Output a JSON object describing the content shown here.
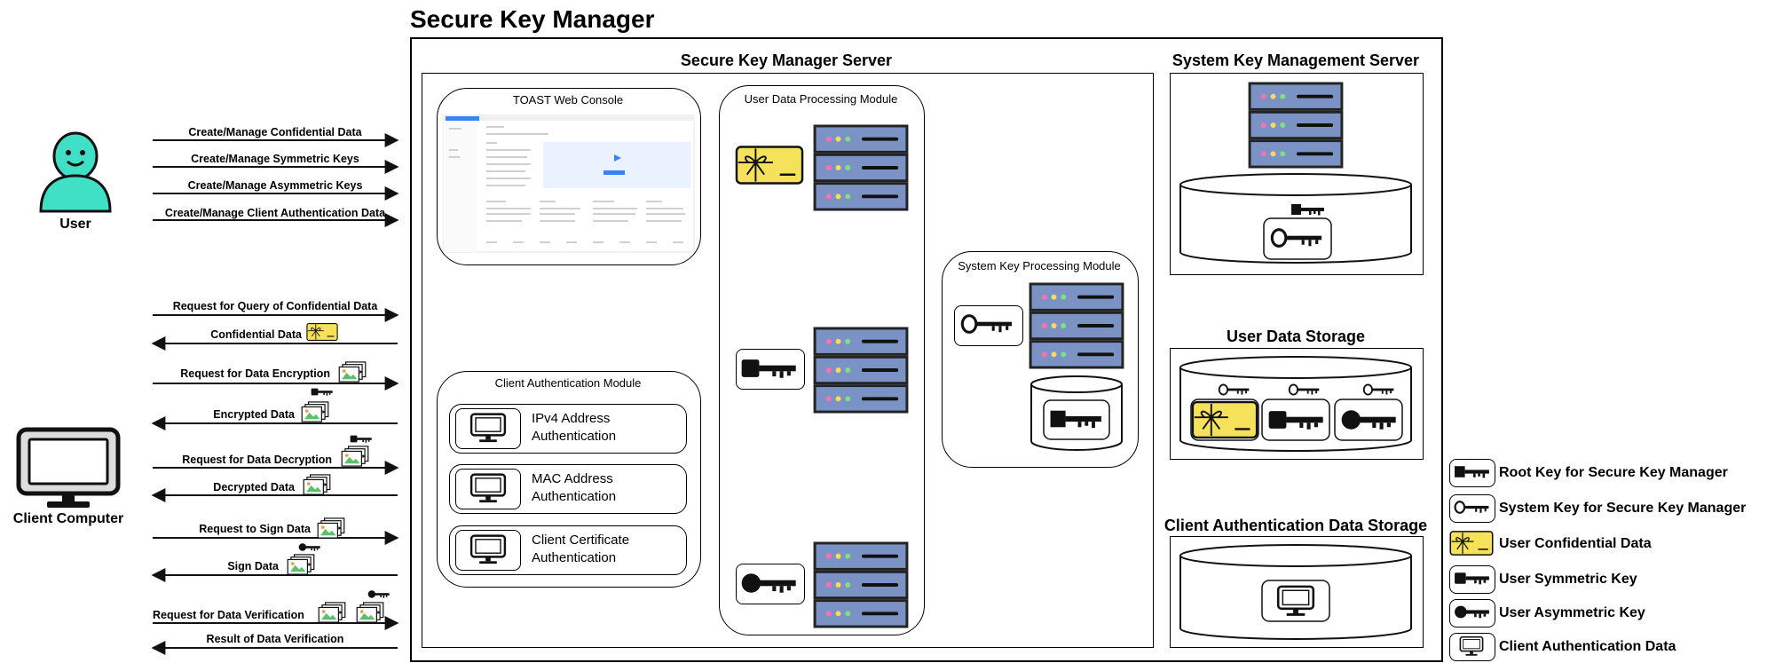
{
  "title": "Secure Key Manager",
  "actors": {
    "user": "User",
    "client": "Client Computer"
  },
  "flows": {
    "user": [
      "Create/Manage Confidential Data",
      "Create/Manage Symmetric Keys",
      "Create/Manage Asymmetric Keys",
      "Create/Manage Client Authentication Data"
    ],
    "client": [
      "Request for Query of Confidential Data",
      "Confidential Data",
      "Request for Data Encryption",
      "Encrypted Data",
      "Request for Data Decryption",
      "Decrypted Data",
      "Request to Sign Data",
      "Sign Data",
      "Request for Data Verification",
      "Result of Data Verification"
    ]
  },
  "server": {
    "title": "Secure Key Manager Server",
    "web_console": "TOAST Web Console",
    "user_data_module": "User Data Processing Module",
    "system_key_module": "System Key Processing Module",
    "client_auth_module": "Client Authentication Module",
    "auth_methods": [
      {
        "line1": "IPv4 Address",
        "line2": "Authentication"
      },
      {
        "line1": "MAC Address",
        "line2": "Authentication"
      },
      {
        "line1": "Client Certificate",
        "line2": "Authentication"
      }
    ]
  },
  "right_panels": {
    "system_key_server": "System Key Management Server",
    "user_data_storage": "User Data Storage",
    "client_auth_storage": "Client Authentication Data Storage"
  },
  "legend": [
    {
      "icon": "root-key-icon",
      "label": "Root Key for Secure Key Manager"
    },
    {
      "icon": "system-key-icon",
      "label": "System Key for Secure Key Manager"
    },
    {
      "icon": "confidential-data-icon",
      "label": "User Confidential Data"
    },
    {
      "icon": "symmetric-key-icon",
      "label": "User Symmetric Key"
    },
    {
      "icon": "asymmetric-key-icon",
      "label": "User Asymmetric Key"
    },
    {
      "icon": "client-auth-data-icon",
      "label": "Client Authentication Data"
    }
  ],
  "colors": {
    "user_teal": "#3FE0C5",
    "server_blue": "#7B93C4",
    "confidential_yellow": "#F5E15A"
  }
}
